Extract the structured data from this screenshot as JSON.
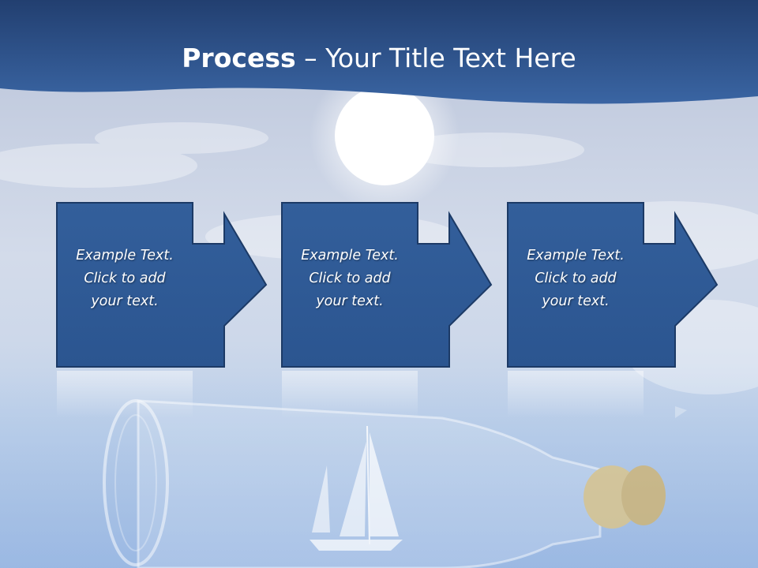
{
  "slide": {
    "title_bold": "Process",
    "title_rest": " – Your Title Text Here"
  },
  "steps": [
    {
      "line1": "Example Text.",
      "line2": "Click  to add",
      "line3": "your text."
    },
    {
      "line1": "Example Text.",
      "line2": "Click  to add",
      "line3": "your text."
    },
    {
      "line1": "Example Text.",
      "line2": "Click  to add",
      "line3": "your text."
    }
  ],
  "colors": {
    "header": "#2d5591",
    "box_fill": "#2f5b95",
    "box_border": "#1c3a66",
    "text": "#ffffff"
  }
}
